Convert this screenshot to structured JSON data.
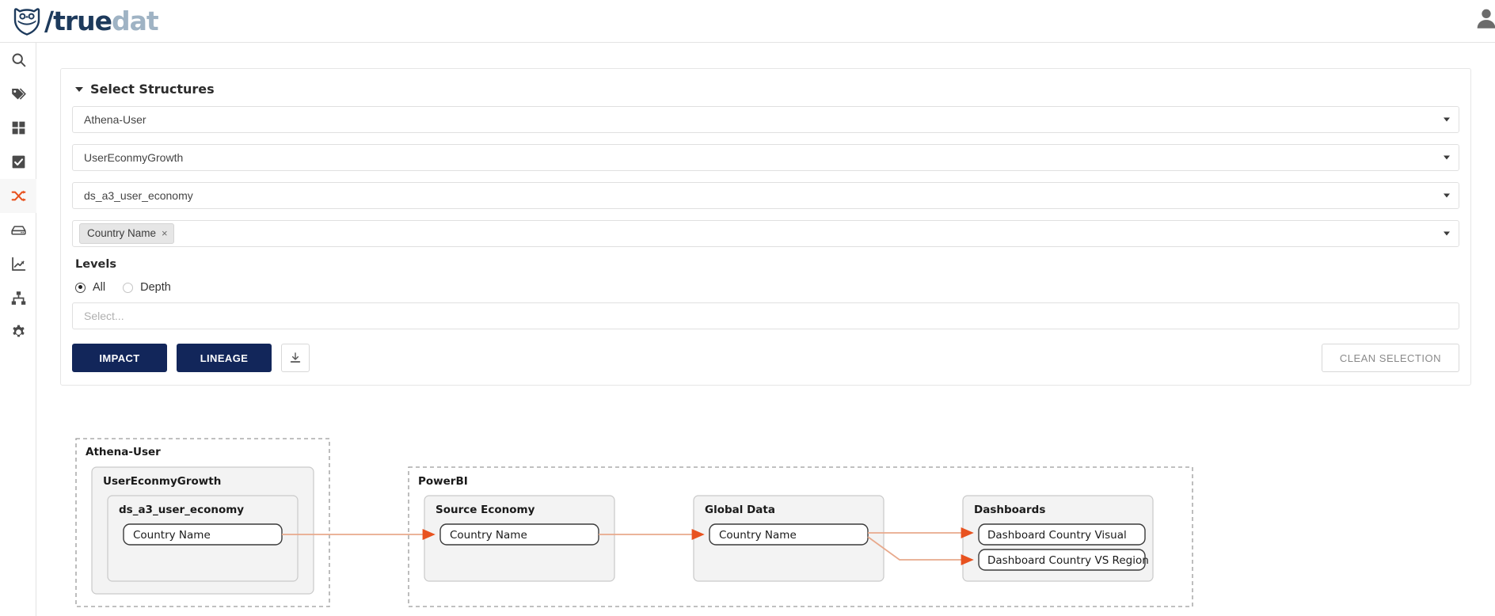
{
  "app": {
    "logo_slash": "/",
    "logo_true": "true",
    "logo_dat": "dat",
    "user_icon": "user-avatar-icon"
  },
  "sidebar": {
    "items": [
      {
        "name": "search",
        "icon": "search-icon",
        "active": false
      },
      {
        "name": "tags",
        "icon": "tags-icon",
        "active": false
      },
      {
        "name": "domains",
        "icon": "grid-icon",
        "active": false
      },
      {
        "name": "quality",
        "icon": "checkbox-icon",
        "active": false
      },
      {
        "name": "lineage",
        "icon": "shuffle-icon",
        "active": true
      },
      {
        "name": "sources",
        "icon": "database-icon",
        "active": false
      },
      {
        "name": "metrics",
        "icon": "chart-icon",
        "active": false
      },
      {
        "name": "hierarchy",
        "icon": "sitemap-icon",
        "active": false
      },
      {
        "name": "settings",
        "icon": "gear-icon",
        "active": false
      }
    ]
  },
  "panel": {
    "title": "Select Structures",
    "selects": [
      {
        "name": "system",
        "value": "Athena-User"
      },
      {
        "name": "group",
        "value": "UserEconmyGrowth"
      },
      {
        "name": "structure",
        "value": "ds_a3_user_economy"
      }
    ],
    "fields_select": {
      "name": "fields",
      "chips": [
        {
          "label": "Country Name",
          "remove": "×"
        }
      ]
    },
    "levels": {
      "label": "Levels",
      "options": [
        {
          "label": "All",
          "selected": true
        },
        {
          "label": "Depth",
          "selected": false
        }
      ],
      "depth_placeholder": "Select..."
    },
    "buttons": {
      "impact": "IMPACT",
      "lineage": "LINEAGE",
      "download_icon": "download-icon",
      "clean_selection": "CLEAN SELECTION"
    }
  },
  "graph": {
    "systems": [
      {
        "name": "Athena-User"
      },
      {
        "name": "PowerBI"
      }
    ],
    "groups": [
      {
        "name": "UserEconmyGrowth",
        "system": "Athena-User"
      },
      {
        "name": "ds_a3_user_economy",
        "system": "Athena-User"
      },
      {
        "name": "Source Economy",
        "system": "PowerBI"
      },
      {
        "name": "Global Data",
        "system": "PowerBI"
      },
      {
        "name": "Dashboards",
        "system": "PowerBI"
      }
    ],
    "fields": [
      {
        "label": "Country Name",
        "group": "ds_a3_user_economy"
      },
      {
        "label": "Country Name",
        "group": "Source Economy"
      },
      {
        "label": "Country Name",
        "group": "Global Data"
      },
      {
        "label": "Dashboard Country Visual",
        "group": "Dashboards"
      },
      {
        "label": "Dashboard Country VS Region",
        "group": "Dashboards"
      }
    ],
    "edges": [
      {
        "from": "ds_a3_user_economy.Country Name",
        "to": "Source Economy.Country Name"
      },
      {
        "from": "Source Economy.Country Name",
        "to": "Global Data.Country Name"
      },
      {
        "from": "Global Data.Country Name",
        "to": "Dashboards.Dashboard Country Visual"
      },
      {
        "from": "Global Data.Country Name",
        "to": "Dashboards.Dashboard Country VS Region"
      }
    ],
    "edge_color": "#e8a98c",
    "arrow_color": "#e8521f"
  }
}
